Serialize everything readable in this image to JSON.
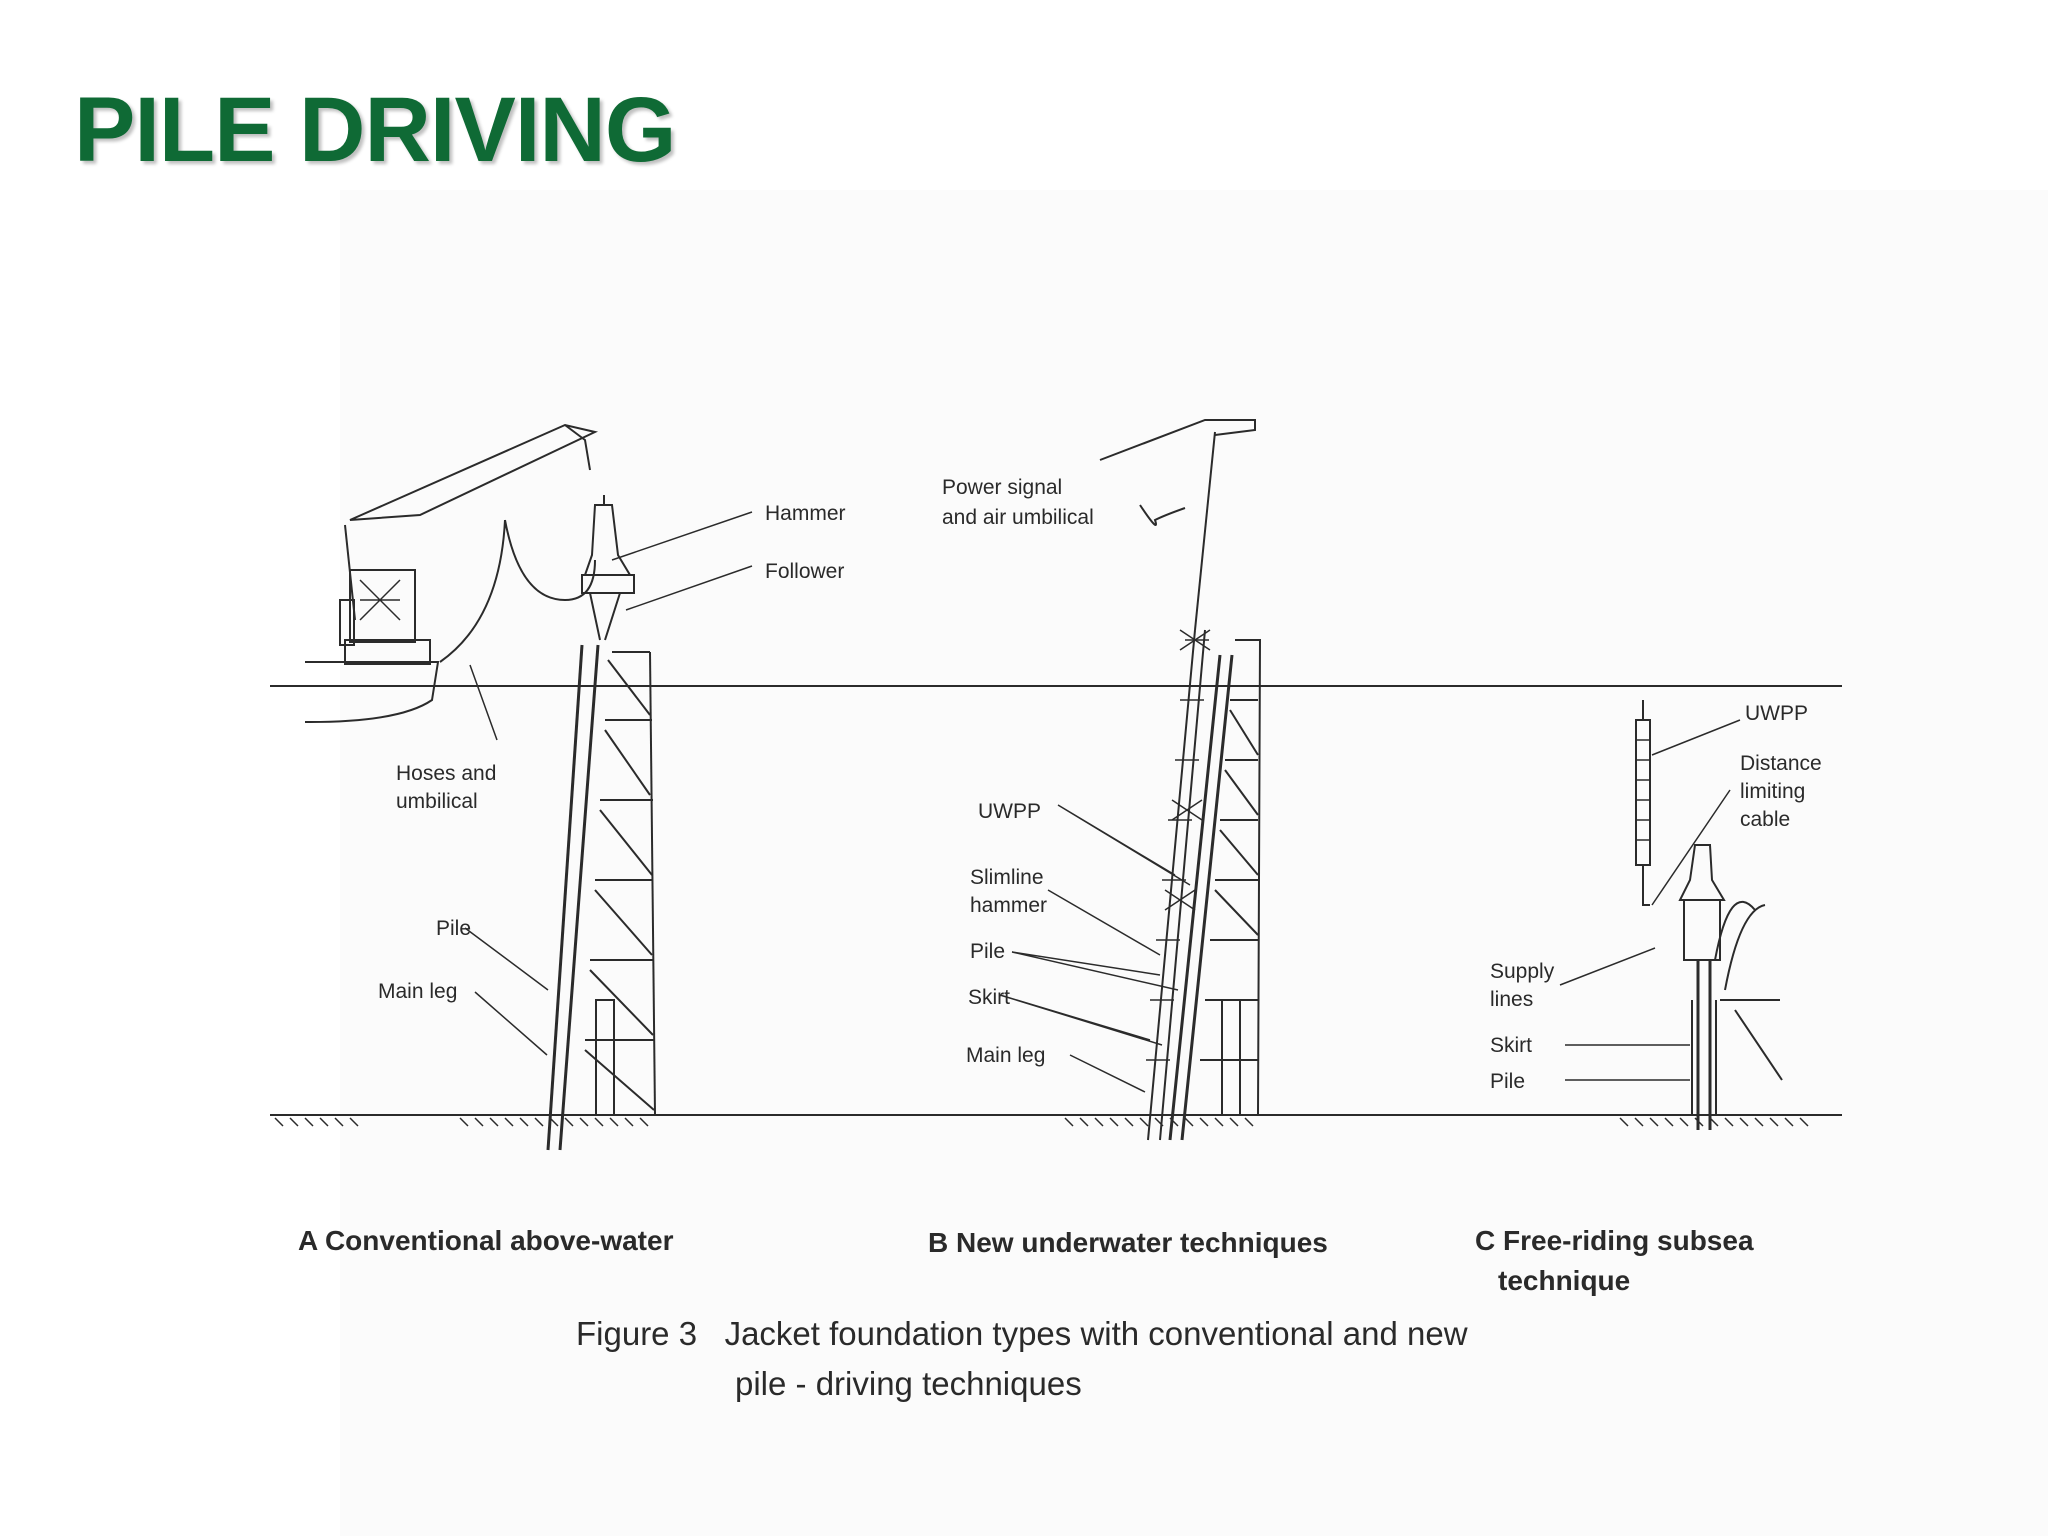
{
  "title": "PILE DRIVING",
  "figure": {
    "caption_line1": "Figure 3   Jacket foundation types with conventional and new",
    "caption_line2": "pile - driving techniques",
    "panels": {
      "a": {
        "caption": "A Conventional above-water",
        "labels": {
          "hammer": "Hammer",
          "follower": "Follower",
          "hoses_line1": "Hoses and",
          "hoses_line2": "umbilical",
          "pile": "Pile",
          "main_leg": "Main leg"
        }
      },
      "b": {
        "caption": "B New underwater techniques",
        "labels": {
          "power_line1": "Power signal",
          "power_line2": "and air umbilical",
          "uwpp": "UWPP",
          "slimline_line1": "Slimline",
          "slimline_line2": "hammer",
          "pile": "Pile",
          "skirt": "Skirt",
          "main_leg": "Main leg"
        }
      },
      "c": {
        "caption_line1": "C Free-riding subsea",
        "caption_line2": "technique",
        "labels": {
          "uwpp": "UWPP",
          "distance_line1": "Distance",
          "distance_line2": "limiting",
          "distance_line3": "cable",
          "supply_line1": "Supply",
          "supply_line2": "lines",
          "skirt": "Skirt",
          "pile": "Pile"
        }
      }
    }
  },
  "colors": {
    "title": "#0f6a35",
    "line": "#2b2b2b",
    "panel_background": "#fbfbfb"
  }
}
